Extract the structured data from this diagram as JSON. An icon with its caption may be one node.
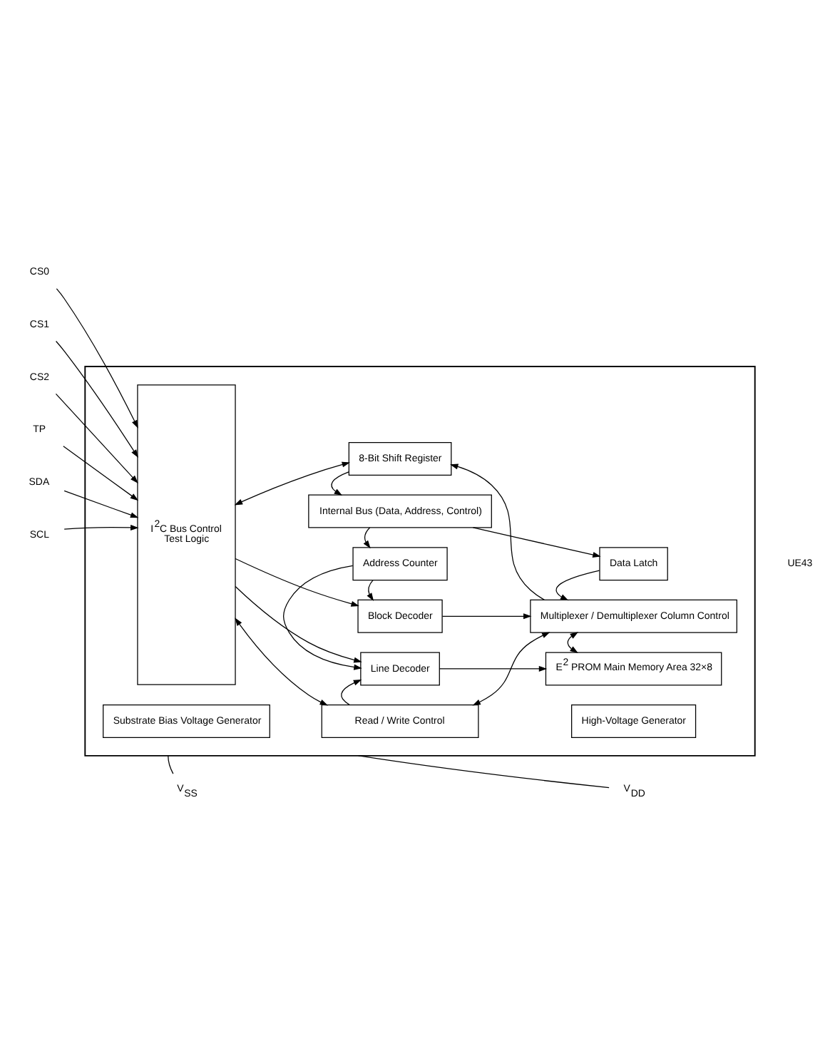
{
  "diagram": {
    "nodes": [
      {
        "text": [],
        "shape": "box"
      },
      {
        "text": [
          "Substrate Bias Voltage Generator"
        ],
        "in": 0
      },
      {
        "text": [
          "High-Voltage Generator"
        ],
        "in": 0
      },
      {
        "text": [
          "I$^{2}$C Bus Control",
          "Test Logic"
        ],
        "in": 0
      },
      {
        "text": [
          "Read / Write Control"
        ],
        "in": 0
      },
      {
        "text": [
          "Line Decoder"
        ],
        "in": 0
      },
      {
        "text": [
          "E$^{2}$ PROM Main Memory Area 32×8"
        ],
        "in": 0
      },
      {
        "text": [
          "Multiplexer / Demultiplexer Column Control"
        ],
        "in": 0
      },
      {
        "text": [
          "Block Decoder"
        ],
        "in": 0
      },
      {
        "text": [
          "Address Counter"
        ],
        "in": 0
      },
      {
        "text": [
          "Data Latch"
        ],
        "in": 0
      },
      {
        "text": [
          "Internal Bus (Data, Address, Control)"
        ],
        "in": 0
      },
      {
        "text": [
          "8-Bit Shift Register"
        ],
        "in": 0
      },
      {
        "text": [
          "V$_{SS}$"
        ]
      },
      {
        "text": [
          "V$_{DD}$"
        ]
      },
      {
        "text": [
          "CS0"
        ]
      },
      {
        "text": [
          "CS1"
        ]
      },
      {
        "text": [
          "CS2"
        ]
      },
      {
        "text": [
          "TP"
        ]
      },
      {
        "text": [
          "SDA"
        ]
      },
      {
        "text": [
          "SCL"
        ]
      }
    ],
    "edges": [
      {
        "from": 13,
        "to": 0,
        "arrow": "none"
      },
      {
        "from": 14,
        "to": 0,
        "arrow": "none"
      },
      {
        "from": 3,
        "to": 4,
        "arrow": "both"
      },
      {
        "from": 4,
        "to": 5,
        "arrow": "to"
      },
      {
        "from": 3,
        "to": 5,
        "arrow": "to"
      },
      {
        "from": 3,
        "to": 8,
        "arrow": "to"
      },
      {
        "from": 9,
        "to": 5,
        "arrow": "to"
      },
      {
        "from": 9,
        "to": 8,
        "arrow": "to"
      },
      {
        "from": 5,
        "to": 6,
        "arrow": "to"
      },
      {
        "from": 6,
        "to": 7,
        "arrow": "both"
      },
      {
        "from": 4,
        "to": 7,
        "arrow": "both"
      },
      {
        "from": 8,
        "to": 7,
        "arrow": "to"
      },
      {
        "from": 10,
        "to": 7,
        "arrow": "to"
      },
      {
        "from": 11,
        "to": 9,
        "arrow": "to"
      },
      {
        "from": 11,
        "to": 10,
        "arrow": "to"
      },
      {
        "from": 12,
        "to": 11,
        "arrow": "to"
      },
      {
        "from": 3,
        "to": 12,
        "arrow": "both"
      },
      {
        "from": 7,
        "to": 12,
        "arrow": "to"
      },
      {
        "from": 15,
        "to": 3,
        "arrow": "to"
      },
      {
        "from": 16,
        "to": 3,
        "arrow": "to"
      },
      {
        "from": 17,
        "to": 3,
        "arrow": "to"
      },
      {
        "from": 18,
        "to": 3,
        "arrow": "to"
      },
      {
        "from": 19,
        "to": 3,
        "arrow": "to"
      },
      {
        "from": 20,
        "to": 3,
        "arrow": "to"
      }
    ],
    "labels": [
      "UE43"
    ]
  }
}
